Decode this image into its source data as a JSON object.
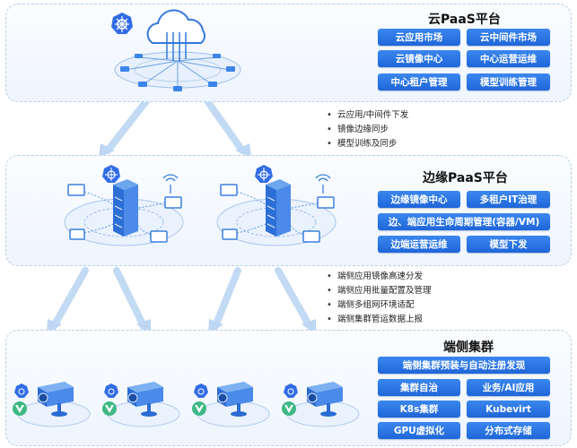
{
  "cloud": {
    "title": "云PaaS平台",
    "buttons": [
      "云应用市场",
      "云中间件市场",
      "云镜像中心",
      "中心运营运维",
      "中心租户管理",
      "模型训练管理"
    ]
  },
  "cloud_to_edge": {
    "bullets": [
      "云应用/中间件下发",
      "镜像边缘同步",
      "模型训练及同步"
    ]
  },
  "edge": {
    "title": "边缘PaaS平台",
    "buttons": [
      "边缘镜像中心",
      "多租户IT治理",
      "边、端应用生命周期管理(容器/VM)",
      "边端运营运维",
      "模型下发"
    ]
  },
  "edge_to_end": {
    "bullets": [
      "端侧应用镜像高速分发",
      "端侧应用批量配置及管理",
      "端侧多组网环境适配",
      "端侧集群管运数据上报"
    ]
  },
  "end": {
    "title": "端侧集群",
    "buttons": [
      "端侧集群预装与自动注册发现",
      "集群自治",
      "业务/AI应用",
      "K8s集群",
      "Kubevirt",
      "GPU虚拟化",
      "分布式存储"
    ]
  },
  "colors": {
    "accent": "#2b77e5",
    "panel_border": "#b9cde8",
    "arrow": "#a9c9ee"
  },
  "icons": [
    "kubernetes-icon",
    "cloud-icon",
    "server-icon",
    "monitor-icon",
    "camera-icon",
    "vue-logo-icon"
  ]
}
